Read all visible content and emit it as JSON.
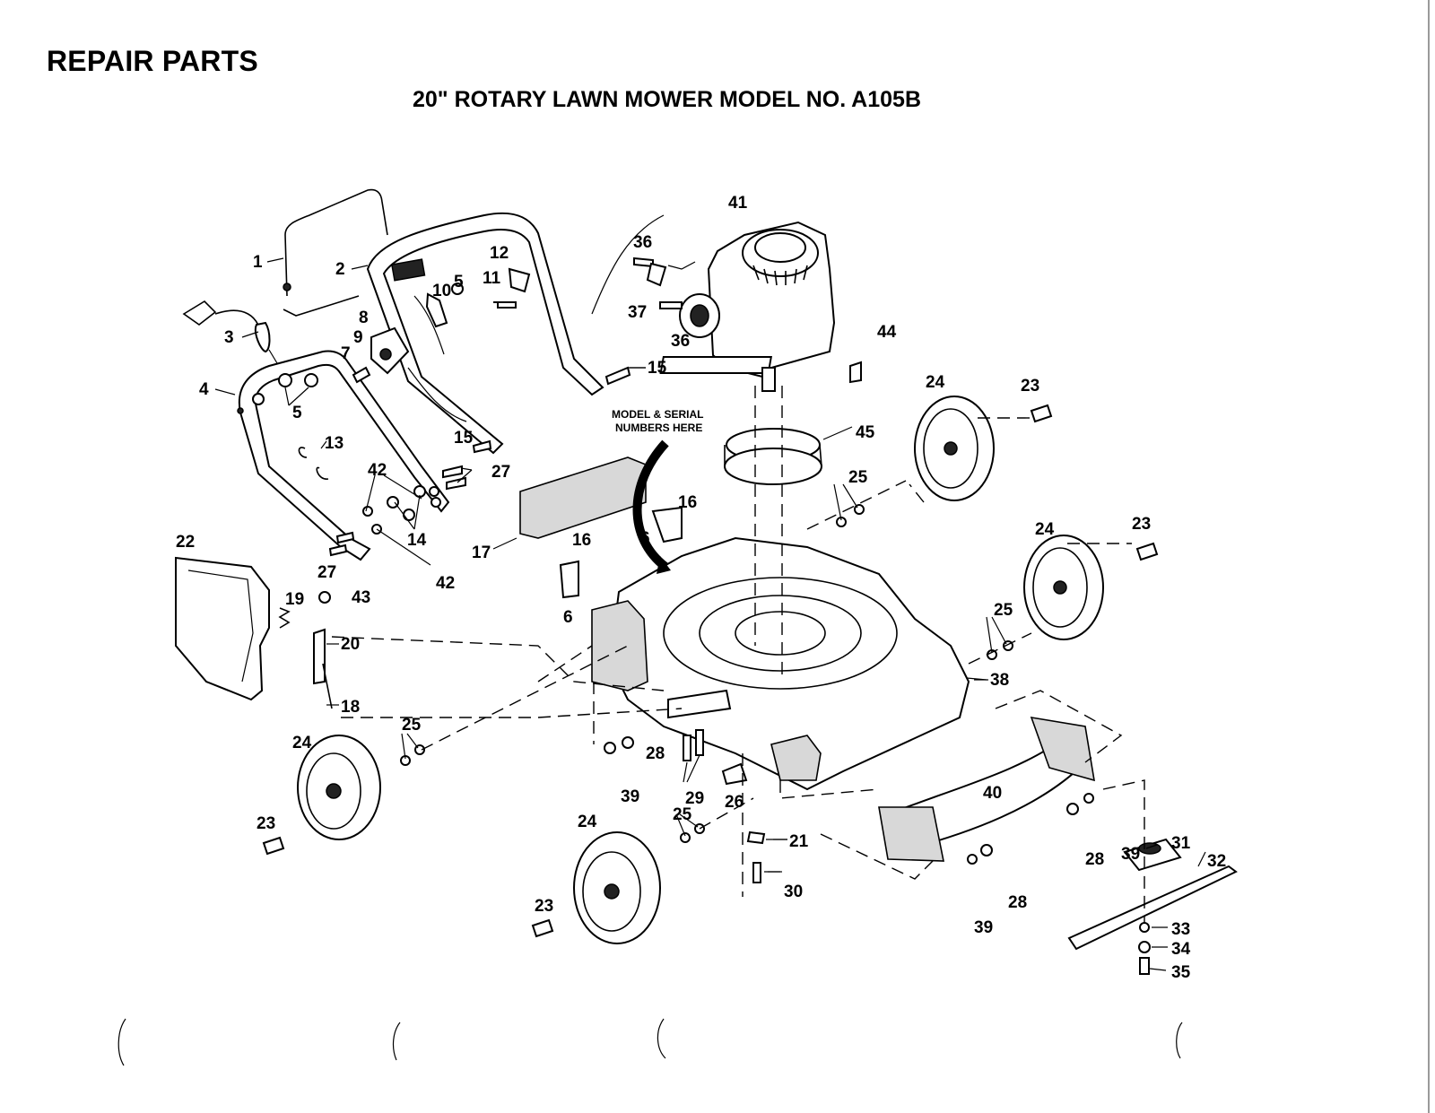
{
  "page": {
    "title": "REPAIR PARTS"
  },
  "diagram": {
    "title": "20\" ROTARY LAWN MOWER MODEL NO. A105B",
    "note_line1": "MODEL & SERIAL",
    "note_line2": "NUMBERS HERE",
    "callouts": {
      "c1": "1",
      "c2": "2",
      "c3": "3",
      "c4": "4",
      "c5a": "5",
      "c5b": "5",
      "c6a": "6",
      "c6b": "6",
      "c7": "7",
      "c8": "8",
      "c9": "9",
      "c10": "10",
      "c11": "11",
      "c12": "12",
      "c13": "13",
      "c14": "14",
      "c15a": "15",
      "c15b": "15",
      "c16a": "16",
      "c16b": "16",
      "c17": "17",
      "c18": "18",
      "c19": "19",
      "c20": "20",
      "c21": "21",
      "c22": "22",
      "c23a": "23",
      "c23b": "23",
      "c23c": "23",
      "c23d": "23",
      "c24a": "24",
      "c24b": "24",
      "c24c": "24",
      "c24d": "24",
      "c25a": "25",
      "c25b": "25",
      "c25c": "25",
      "c25d": "25",
      "c26": "26",
      "c27a": "27",
      "c27b": "27",
      "c28a": "28",
      "c28b": "28",
      "c28c": "28",
      "c29": "29",
      "c30": "30",
      "c31": "31",
      "c32": "32",
      "c33": "33",
      "c34": "34",
      "c35": "35",
      "c36a": "36",
      "c36b": "36",
      "c37": "37",
      "c38": "38",
      "c39a": "39",
      "c39b": "39",
      "c39c": "39",
      "c40": "40",
      "c41": "41",
      "c42a": "42",
      "c42b": "42",
      "c43": "43",
      "c44": "44",
      "c45": "45"
    }
  }
}
